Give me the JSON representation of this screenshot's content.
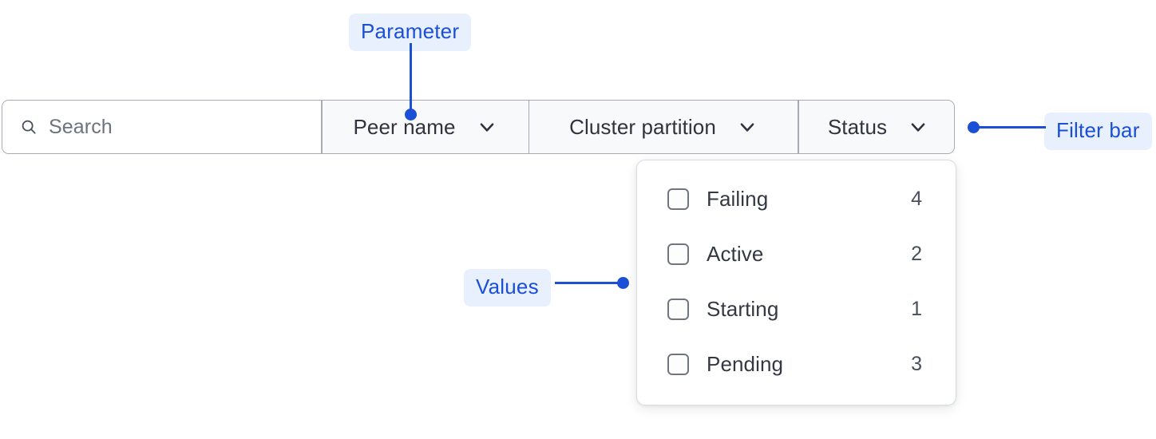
{
  "filter_bar": {
    "search": {
      "icon": "search-icon",
      "placeholder": "Search",
      "value": ""
    },
    "dropdowns": [
      {
        "label": "Peer name",
        "icon": "chevron-down-icon"
      },
      {
        "label": "Cluster partition",
        "icon": "chevron-down-icon"
      },
      {
        "label": "Status",
        "icon": "chevron-down-icon"
      }
    ]
  },
  "values_panel": {
    "open_for": "Status",
    "options": [
      {
        "label": "Failing",
        "count": "4",
        "checked": false
      },
      {
        "label": "Active",
        "count": "2",
        "checked": false
      },
      {
        "label": "Starting",
        "count": "1",
        "checked": false
      },
      {
        "label": "Pending",
        "count": "3",
        "checked": false
      }
    ]
  },
  "annotations": {
    "parameter": {
      "label": "Parameter"
    },
    "values": {
      "label": "Values"
    },
    "filter_bar": {
      "label": "Filter bar"
    }
  },
  "colors": {
    "annotation_text": "#1a4fd6",
    "annotation_chip_bg": "#e8f0fe",
    "border": "#a9abb4",
    "dropdown_bg": "#f8f9fa",
    "text": "#2f333d",
    "placeholder": "#6e727f"
  }
}
